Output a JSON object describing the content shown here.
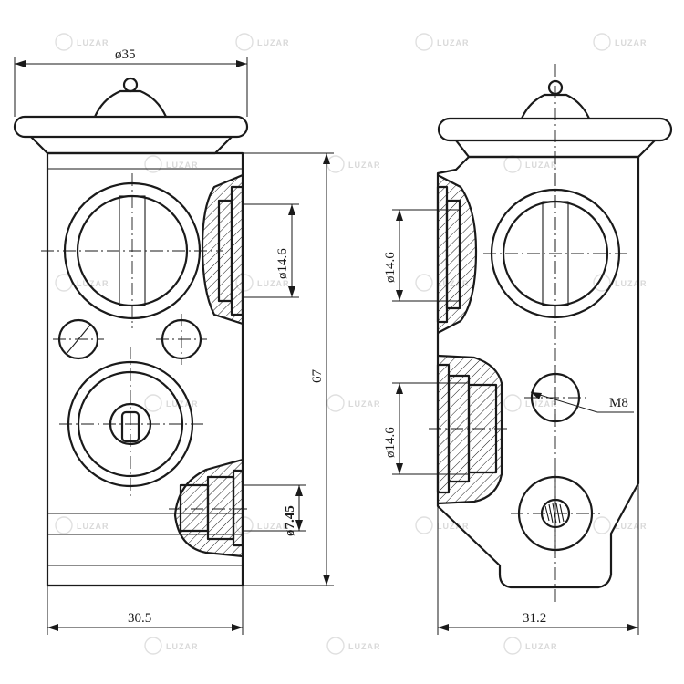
{
  "dimensions": {
    "top_diameter": "ø35",
    "left_width": "30.5",
    "height": "67",
    "left_port_diameter": "ø14.6",
    "small_port_diameter": "ø7.45",
    "right_width": "31.2",
    "right_upper_port_diameter": "ø14.6",
    "right_lower_port_diameter": "ø14.6",
    "thread": "M8"
  },
  "watermark": {
    "text": "LUZAR",
    "color": "#d9d9d9"
  },
  "line_color": "#1a1a1a"
}
